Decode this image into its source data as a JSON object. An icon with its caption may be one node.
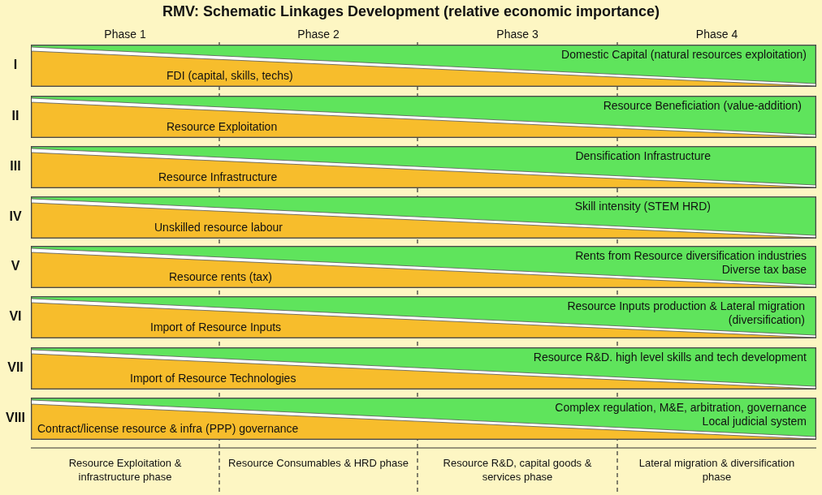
{
  "diagram": {
    "title": "RMV: Schematic Linkages Development (relative economic importance)",
    "nodes": [
      {
        "text": [],
        "shape": "box",
        "beside": [
          "I"
        ]
      },
      {
        "text": [
          "Domestic Capital (natural resources exploitation)"
        ],
        "in": 0
      },
      {
        "text": [
          "FDI (capital, skills, techs)"
        ],
        "in": 0
      },
      {
        "text": [],
        "shape": "box",
        "beside": [
          "II"
        ]
      },
      {
        "text": [
          "Resource Beneficiation (value-addition)"
        ],
        "in": 3
      },
      {
        "text": [
          "Resource Exploitation"
        ],
        "in": 3
      },
      {
        "text": [],
        "shape": "box",
        "beside": [
          "III"
        ]
      },
      {
        "text": [
          "Densification Infrastructure"
        ],
        "in": 6
      },
      {
        "text": [
          "Resource Infrastructure"
        ],
        "in": 6
      },
      {
        "text": [],
        "shape": "box",
        "beside": [
          "IV"
        ]
      },
      {
        "text": [
          "Skill intensity (STEM HRD)"
        ],
        "in": 9
      },
      {
        "text": [
          "Unskilled resource labour"
        ],
        "in": 9
      },
      {
        "text": [],
        "shape": "box",
        "beside": [
          "V"
        ]
      },
      {
        "text": [
          "Rents from Resource diversification industries",
          "Diverse tax base"
        ],
        "in": 12
      },
      {
        "text": [
          "Resource rents (tax)"
        ],
        "in": 12
      },
      {
        "text": [],
        "shape": "box",
        "beside": [
          "VI"
        ]
      },
      {
        "text": [
          "Resource Inputs production & Lateral migration (diversification)"
        ],
        "in": 15
      },
      {
        "text": [
          "Import of Resource Inputs"
        ],
        "in": 15
      },
      {
        "text": [],
        "shape": "box",
        "beside": [
          "VII"
        ]
      },
      {
        "text": [
          "Resource R&D. high level skills and tech development"
        ],
        "in": 18
      },
      {
        "text": [
          "Import of Resource Technologies"
        ],
        "in": 18
      },
      {
        "text": [],
        "shape": "box",
        "beside": [
          "VIII"
        ]
      },
      {
        "text": [
          "Complex regulation, M&E, arbitration, governance",
          "Local judicial system"
        ],
        "in": 21
      },
      {
        "text": [
          "Contract/license resource & infra (PPP) governance"
        ],
        "in": 21
      }
    ],
    "labels": [
      "Phase 1",
      "Phase 2",
      "Phase 3",
      "Phase 4",
      "Resource Exploitation & infrastructure phase",
      "Resource Consumables & HRD phase",
      "Resource R&D, capital goods & services phase",
      "Lateral migration & diversification phase"
    ]
  }
}
